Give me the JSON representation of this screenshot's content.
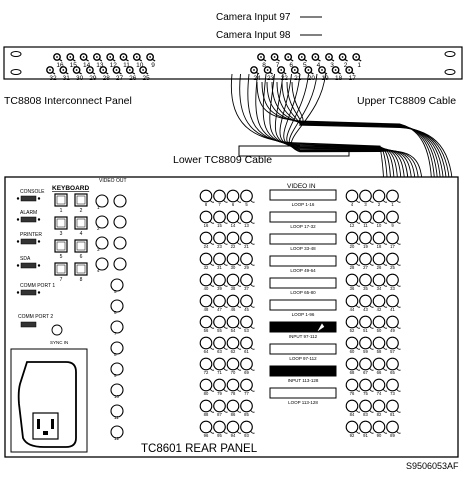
{
  "labels": {
    "camera_input_97": "Camera Input 97",
    "camera_input_98": "Camera Input 98",
    "interconnect_panel": "TC8808 Interconnect Panel",
    "upper_cable": "Upper TC8809 Cable",
    "lower_cable": "Lower TC8809 Cable",
    "rear_panel": "TC8601 REAR PANEL",
    "figure_id": "S9506053AF"
  },
  "interconnect_left": {
    "top_numbers": [
      "16",
      "15",
      "14",
      "13",
      "12",
      "11",
      "10",
      "9"
    ],
    "bottom_numbers": [
      "32",
      "31",
      "30",
      "29",
      "28",
      "27",
      "26",
      "25"
    ]
  },
  "interconnect_right": {
    "top_numbers": [
      "8",
      "7",
      "6",
      "5",
      "4",
      "3",
      "2",
      "1"
    ],
    "bottom_numbers": [
      "24",
      "23",
      "22",
      "21",
      "20",
      "19",
      "18",
      "17"
    ]
  },
  "rear_panel": {
    "ports": [
      {
        "key": "console",
        "label": "CONSOLE"
      },
      {
        "key": "alarm",
        "label": "ALARM"
      },
      {
        "key": "printer",
        "label": "PRINTER"
      },
      {
        "key": "sda",
        "label": "SDA"
      },
      {
        "key": "comm_port_1",
        "label": "COMM PORT 1"
      }
    ],
    "comm_port_2": "COMM PORT 2",
    "sync_in": "SYNC IN",
    "keyboard": "KEYBOARD",
    "keyboard_keys": [
      "1",
      "2",
      "3",
      "4",
      "5",
      "6",
      "7",
      "8"
    ],
    "video_out": "VIDEO OUT",
    "video_out_numbers": [
      "1",
      "2",
      "3",
      "4",
      "5",
      "6",
      "7",
      "8",
      "9",
      "10",
      "11",
      "12"
    ],
    "video_in": "VIDEO IN",
    "loops": [
      "LOOP 1-16",
      "LOOP 17-32",
      "LOOP 33-48",
      "LOOP 49-64",
      "LOOP 65-80",
      "LOOP 1-96",
      "INPUT 97-112",
      "LOOP 97-112",
      "INPUT 113-128",
      "LOOP 113-128"
    ],
    "left_grid_rows": [
      [
        "8",
        "7",
        "6",
        "5"
      ],
      [
        "16",
        "15",
        "14",
        "13"
      ],
      [
        "24",
        "23",
        "22",
        "21"
      ],
      [
        "32",
        "31",
        "30",
        "29"
      ],
      [
        "40",
        "39",
        "38",
        "37"
      ],
      [
        "48",
        "47",
        "46",
        "45"
      ],
      [
        "56",
        "55",
        "54",
        "53"
      ],
      [
        "64",
        "63",
        "62",
        "61"
      ],
      [
        "72",
        "71",
        "70",
        "69"
      ],
      [
        "80",
        "79",
        "78",
        "77"
      ],
      [
        "88",
        "87",
        "86",
        "85"
      ],
      [
        "96",
        "95",
        "94",
        "93"
      ]
    ],
    "right_grid_rows": [
      [
        "4",
        "3",
        "2",
        "1"
      ],
      [
        "12",
        "11",
        "10",
        "9"
      ],
      [
        "20",
        "19",
        "18",
        "17"
      ],
      [
        "28",
        "27",
        "26",
        "25"
      ],
      [
        "36",
        "35",
        "34",
        "33"
      ],
      [
        "44",
        "43",
        "42",
        "41"
      ],
      [
        "52",
        "51",
        "50",
        "49"
      ],
      [
        "60",
        "59",
        "58",
        "57"
      ],
      [
        "68",
        "67",
        "66",
        "65"
      ],
      [
        "76",
        "75",
        "74",
        "73"
      ],
      [
        "84",
        "83",
        "82",
        "81"
      ],
      [
        "92",
        "91",
        "90",
        "89"
      ]
    ]
  }
}
